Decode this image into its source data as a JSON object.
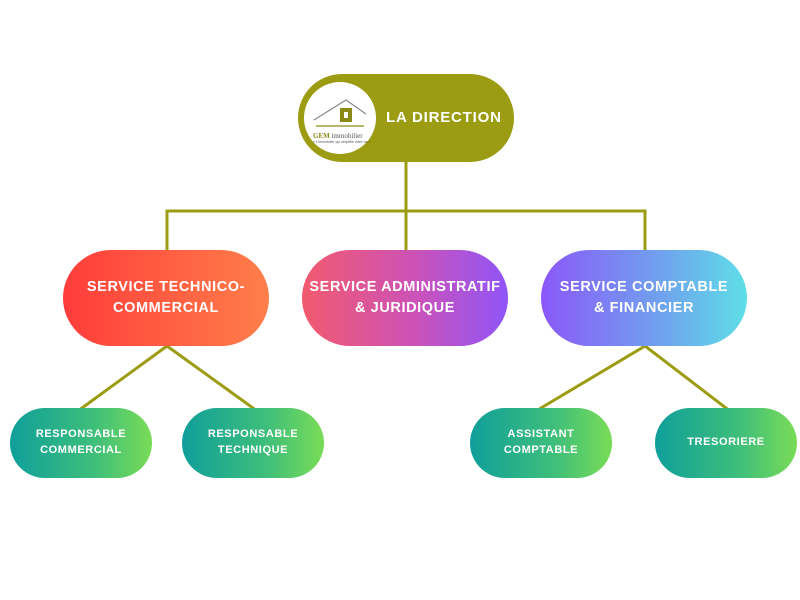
{
  "colors": {
    "connector": "#9c9c12",
    "top_node": "#9c9c12",
    "service_technico": [
      "#ff3c3a",
      "#ff7f4a"
    ],
    "service_admin": [
      "#f25a6d",
      "#8f55f8"
    ],
    "service_comptable": [
      "#8b58fa",
      "#5edfe6"
    ],
    "leaf": [
      "#0f9f9a",
      "#7adc57"
    ]
  },
  "top": {
    "label": "LA DIRECTION",
    "logo": {
      "brand": "GEM",
      "sub": "immobilier",
      "tagline": "« L'immobilier qui simplifie votre vie »"
    }
  },
  "services": [
    {
      "label": "SERVICE TECHNICO-\nCOMMERCIAL"
    },
    {
      "label": "SERVICE ADMINISTRATIF\n& JURIDIQUE"
    },
    {
      "label": "SERVICE COMPTABLE\n& FINANCIER"
    }
  ],
  "roles": [
    {
      "label": "RESPONSABLE\nCOMMERCIAL"
    },
    {
      "label": "RESPONSABLE\nTECHNIQUE"
    },
    {
      "label": "ASSISTANT\nCOMPTABLE"
    },
    {
      "label": "TRESORIERE"
    }
  ]
}
